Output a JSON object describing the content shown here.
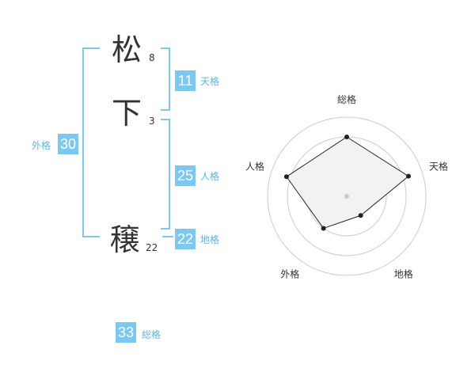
{
  "name": {
    "chars": [
      {
        "char": "松",
        "strokes": "8"
      },
      {
        "char": "下",
        "strokes": "3"
      },
      {
        "char": "穣",
        "strokes": "22"
      }
    ]
  },
  "fortune": {
    "tenkaku": {
      "value": "11",
      "label": "天格"
    },
    "jinkaku": {
      "value": "25",
      "label": "人格"
    },
    "chikaku": {
      "value": "22",
      "label": "地格"
    },
    "gaikaku": {
      "value": "30",
      "label": "外格"
    },
    "soukaku": {
      "value": "33",
      "label": "総格"
    }
  },
  "chart_data": {
    "type": "radar",
    "axes": [
      "総格",
      "天格",
      "地格",
      "外格",
      "人格"
    ],
    "values": [
      0.75,
      0.82,
      0.3,
      0.5,
      0.8
    ],
    "range": [
      0,
      1
    ],
    "rings": 4,
    "colors": {
      "fill": "#f2f2f2",
      "line": "#222222",
      "grid": "#cccccc",
      "center": "#cccccc"
    }
  }
}
